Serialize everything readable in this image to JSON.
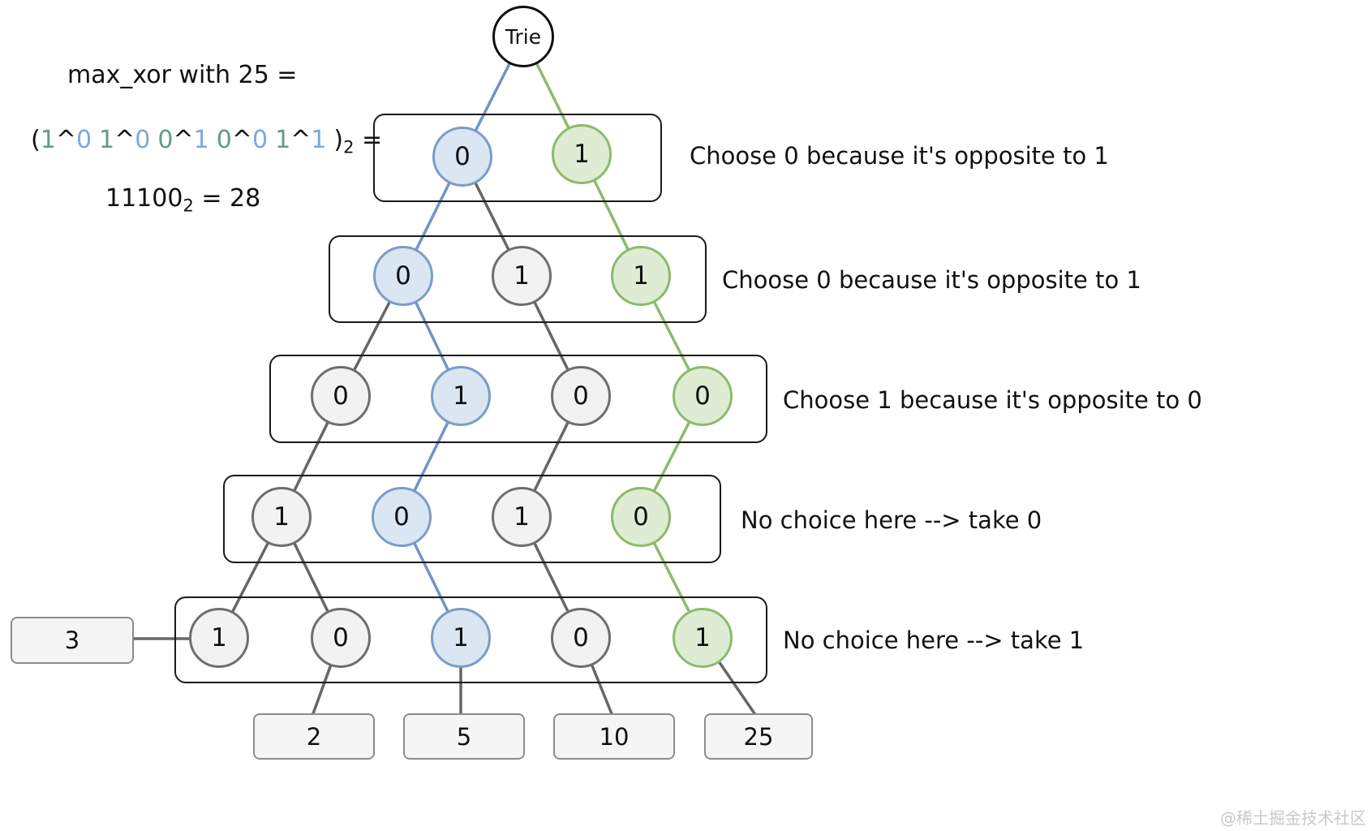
{
  "colors": {
    "node_blue_border": "#7b9cc9",
    "node_blue_fill": "#dbe6f3",
    "node_green_border": "#8cba6b",
    "node_green_fill": "#ddecd3",
    "node_gray_border": "#6e6e6e",
    "node_gray_fill": "#f2f2f2",
    "edge_blue": "#7193c7",
    "edge_green": "#8cbb6d",
    "edge_gray": "#666666",
    "text_blue": "#7da7e0",
    "text_green": "#5f9e82",
    "box_border": "#1a1a1a",
    "leaf_fill": "#f5f5f5",
    "leaf_border": "#8c8c8c",
    "watermark": "#c9c9c9"
  },
  "formula": {
    "line1": "max_xor with 25 =",
    "open": "(",
    "caret": "^",
    "close": ")",
    "base": "2",
    "eq": " =",
    "pairs": [
      {
        "a": "1",
        "b": "0"
      },
      {
        "a": "1",
        "b": "0"
      },
      {
        "a": "0",
        "b": "1"
      },
      {
        "a": "0",
        "b": "0"
      },
      {
        "a": "1",
        "b": "1"
      }
    ],
    "result_bin": "11100",
    "result_eq": " = 28"
  },
  "root": {
    "label": "Trie"
  },
  "rows": [
    {
      "annotation": "Choose 0 because it's opposite to 1",
      "nodes": [
        {
          "label": "0",
          "color": "blue"
        },
        {
          "label": "1",
          "color": "green"
        }
      ]
    },
    {
      "annotation": "Choose 0 because it's opposite to 1",
      "nodes": [
        {
          "label": "0",
          "color": "blue"
        },
        {
          "label": "1",
          "color": "gray"
        },
        {
          "label": "1",
          "color": "green"
        }
      ]
    },
    {
      "annotation": "Choose 1 because it's opposite to 0",
      "nodes": [
        {
          "label": "0",
          "color": "gray"
        },
        {
          "label": "1",
          "color": "blue"
        },
        {
          "label": "0",
          "color": "gray"
        },
        {
          "label": "0",
          "color": "green"
        }
      ]
    },
    {
      "annotation": "No choice here --> take 0",
      "nodes": [
        {
          "label": "1",
          "color": "gray"
        },
        {
          "label": "0",
          "color": "blue"
        },
        {
          "label": "1",
          "color": "gray"
        },
        {
          "label": "0",
          "color": "green"
        }
      ]
    },
    {
      "annotation": "No choice here --> take 1",
      "nodes": [
        {
          "label": "1",
          "color": "gray"
        },
        {
          "label": "0",
          "color": "gray"
        },
        {
          "label": "1",
          "color": "blue"
        },
        {
          "label": "0",
          "color": "gray"
        },
        {
          "label": "1",
          "color": "green"
        }
      ]
    }
  ],
  "leaves": {
    "side": "3",
    "bottom": [
      "2",
      "5",
      "10",
      "25"
    ]
  },
  "watermark": "@稀土掘金技术社区"
}
